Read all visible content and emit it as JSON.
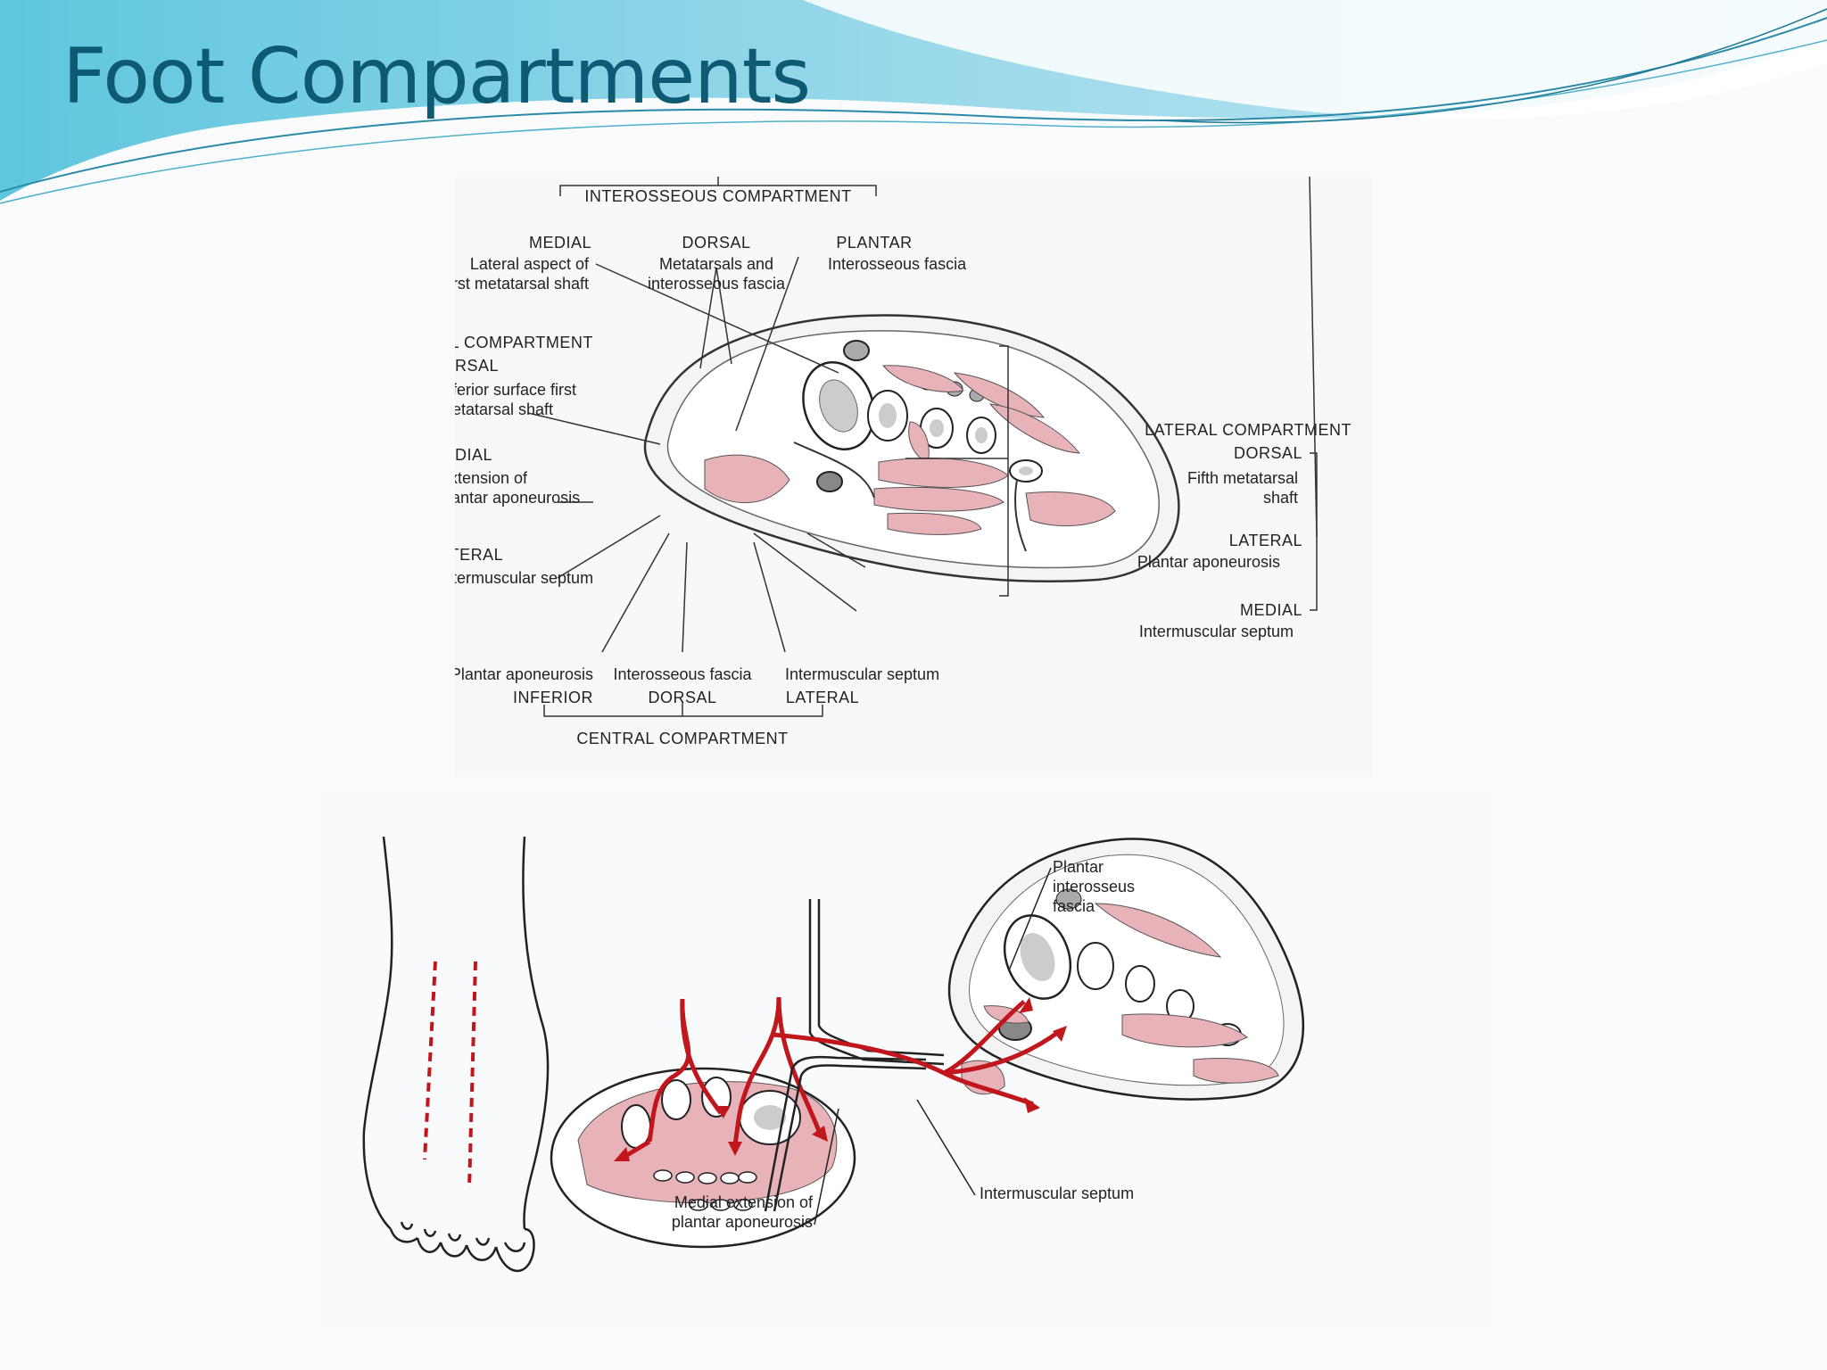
{
  "slide": {
    "title": "Foot Compartments"
  },
  "top_diagram": {
    "interosseous": {
      "title": "INTEROSSEOUS COMPARTMENT",
      "medial": "MEDIAL",
      "medial_desc_1": "Lateral aspect of",
      "medial_desc_2": "first metatarsal shaft",
      "dorsal": "DORSAL",
      "dorsal_desc_1": "Metatarsals and",
      "dorsal_desc_2": "interosseous fascia",
      "plantar": "PLANTAR",
      "plantar_desc": "Interosseous fascia"
    },
    "medial_compartment": {
      "title": "MEDIAL COMPARTMENT",
      "dorsal": "DORSAL",
      "dorsal_desc_1": "Inferior surface first",
      "dorsal_desc_2": "metatarsal shaft",
      "medial": "MEDIAL",
      "medial_desc_1": "Extension of",
      "medial_desc_2": "plantar aponeurosis",
      "lateral": "LATERAL",
      "lateral_desc": "Intermuscular septum"
    },
    "lateral_compartment": {
      "title": "LATERAL COMPARTMENT",
      "dorsal": "DORSAL",
      "dorsal_desc_1": "Fifth metatarsal",
      "dorsal_desc_2": "shaft",
      "lateral": "LATERAL",
      "lateral_desc": "Plantar aponeurosis",
      "medial": "MEDIAL",
      "medial_desc": "Intermuscular septum"
    },
    "central_compartment": {
      "title": "CENTRAL COMPARTMENT",
      "inferior_desc": "Plantar aponeurosis",
      "inferior": "INFERIOR",
      "dorsal_desc": "Interosseous fascia",
      "dorsal": "DORSAL",
      "lateral_desc": "Intermuscular septum",
      "lateral": "LATERAL"
    }
  },
  "bottom_diagram": {
    "plantar_label_1": "Plantar",
    "plantar_label_2": "interosseus",
    "plantar_label_3": "fascia",
    "medial_ext_1": "Medial extension of",
    "medial_ext_2": "plantar aponeurosis",
    "septum": "Intermuscular septum"
  },
  "colors": {
    "title": "#0d5a72",
    "muscle": "#e7b3b9",
    "arrow": "#c0161c",
    "banner": "#8fd3e6"
  }
}
